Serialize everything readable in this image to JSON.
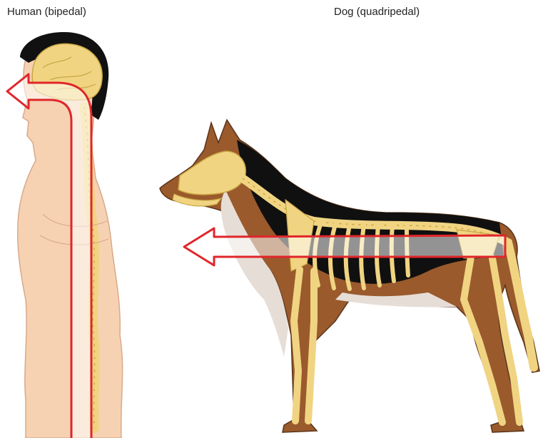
{
  "labels": {
    "human": "Human (bipedal)",
    "dog": "Dog (quadripedal)"
  },
  "colors": {
    "skin": "#f6d2b3",
    "skin_line": "#d9a98a",
    "hair": "#111111",
    "bone": "#f0d482",
    "bone_line": "#c9a642",
    "dog_brown": "#9a5a2c",
    "dog_black": "#101010",
    "dog_light": "#e6ddd6",
    "arrow_red": "#e0262b",
    "arrow_fill": "#ffffff"
  },
  "icons": {
    "human": "human-profile-skeleton",
    "dog": "dog-profile-skeleton"
  }
}
